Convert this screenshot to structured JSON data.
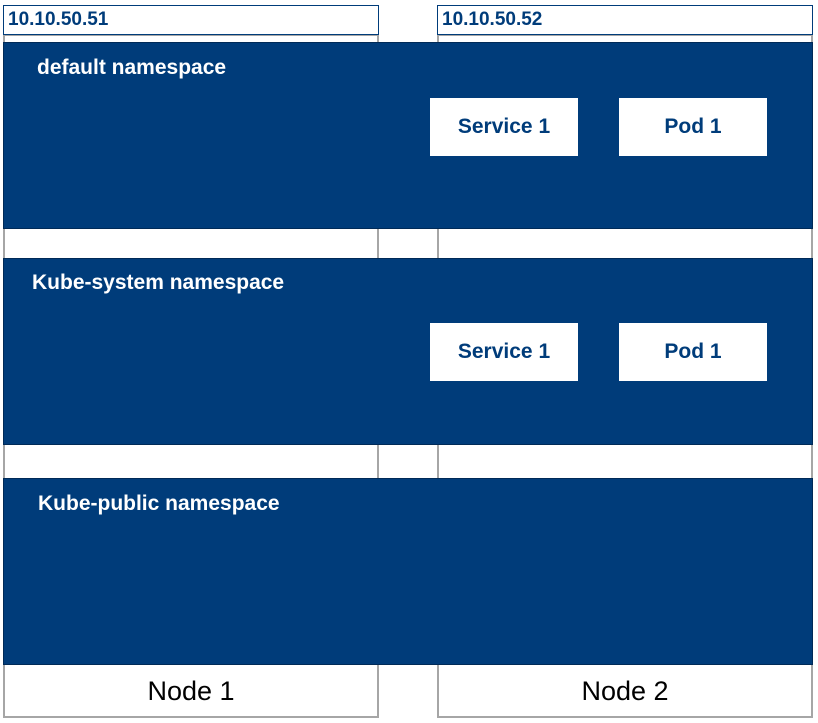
{
  "nodes": [
    {
      "ip": "10.10.50.51",
      "label": "Node 1"
    },
    {
      "ip": "10.10.50.52",
      "label": "Node 2"
    }
  ],
  "namespaces": [
    {
      "title": "default namespace",
      "service": "Service 1",
      "pod": "Pod 1"
    },
    {
      "title": "Kube-system namespace",
      "service": "Service 1",
      "pod": "Pod 1"
    },
    {
      "title": "Kube-public namespace"
    }
  ],
  "colors": {
    "namespace_fill": "#003c7a",
    "resource_box_fill": "#ffffff",
    "node_border": "#a6a6a6"
  }
}
